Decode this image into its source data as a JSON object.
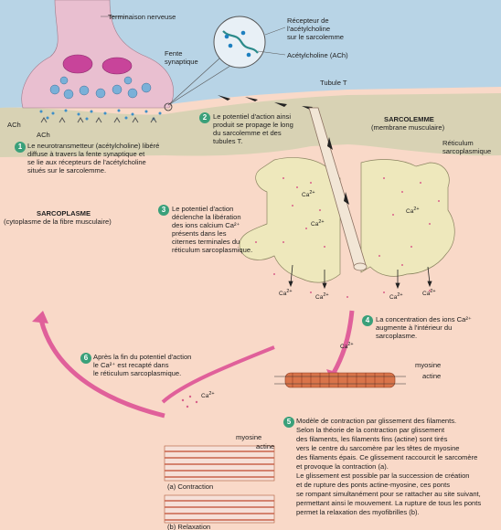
{
  "labels": {
    "terminaison": "Terminaison nerveuse",
    "recepteur": [
      "Récepteur de",
      "l'acétylcholine",
      "sur le sarcolemme"
    ],
    "ach_receptor": "Acétylcholine (ACh)",
    "fente": [
      "Fente",
      "synaptique"
    ],
    "tubule": "Tubule T",
    "ach1": "ACh",
    "ach2": "ACh",
    "sarcolemme": "SARCOLEMME",
    "sarcolemme_sub": "(membrane musculaire)",
    "reticulum": [
      "Réticulum",
      "sarcoplasmique"
    ],
    "sarcoplasme": "SARCOPLASME",
    "sarcoplasme_sub": "(cytoplasme de la fibre musculaire)",
    "myosine": "myosine",
    "actine": "actine",
    "myosine2": "myosine",
    "actine2": "actine",
    "contraction": "(a) Contraction",
    "relaxation": "(b) Relaxation",
    "ca": "Ca",
    "sup2plus": "2+"
  },
  "steps": [
    {
      "num": "1",
      "lines": [
        "Le neurotransmetteur (acétylcholine) libéré",
        "diffuse à travers la fente synaptique et",
        "se lie aux récepteurs de l'acétylcholine",
        "situés sur le sarcolemme."
      ]
    },
    {
      "num": "2",
      "lines": [
        "Le potentiel d'action ainsi",
        "produit se propage le long",
        "du sarcolemme et des",
        "tubules T."
      ]
    },
    {
      "num": "3",
      "lines": [
        "Le potentiel d'action",
        "déclenche la libération",
        "des ions calcium Ca²⁺",
        "présents dans les",
        "citernes terminales du",
        "réticulum sarcoplasmique."
      ]
    },
    {
      "num": "4",
      "lines": [
        "La concentration des ions Ca²⁺",
        "augmente à l'intérieur du",
        "sarcoplasme."
      ]
    },
    {
      "num": "5",
      "lines": [
        "Modèle de contraction par glissement des filaments.",
        "Selon la théorie de la contraction par glissement",
        "des filaments, les filaments fins (actine) sont tirés",
        "vers le centre du sarcomère par les têtes de myosine",
        "des filaments épais. Ce glissement  raccourcit le sarcomère",
        "et provoque la contraction (a).",
        "Le glissement est possible par la succession de création",
        "et de rupture des ponts actine-myosine, ces ponts",
        "se rompant simultanément pour se rattacher au site suivant,",
        "permettant ainsi le mouvement. La rupture de tous les ponts",
        "permet la relaxation des myofibrilles (b)."
      ]
    },
    {
      "num": "6",
      "lines": [
        "Après la fin du potentiel d'action",
        "le Ca²⁺ est recapté dans",
        "le réticulum sarcoplasmique."
      ]
    }
  ],
  "colors": {
    "sarcoplasm": "#f9d9c8",
    "membrane": "#d8d2b4",
    "synapse_bg": "#b8d4e6",
    "nerve": "#e9bfd0",
    "reticulum": "#eee8bc",
    "tubule": "#f2e6d6",
    "arrow_pink": "#e0609a",
    "step_green": "#3aa07a",
    "myosin": "#d9744a"
  }
}
